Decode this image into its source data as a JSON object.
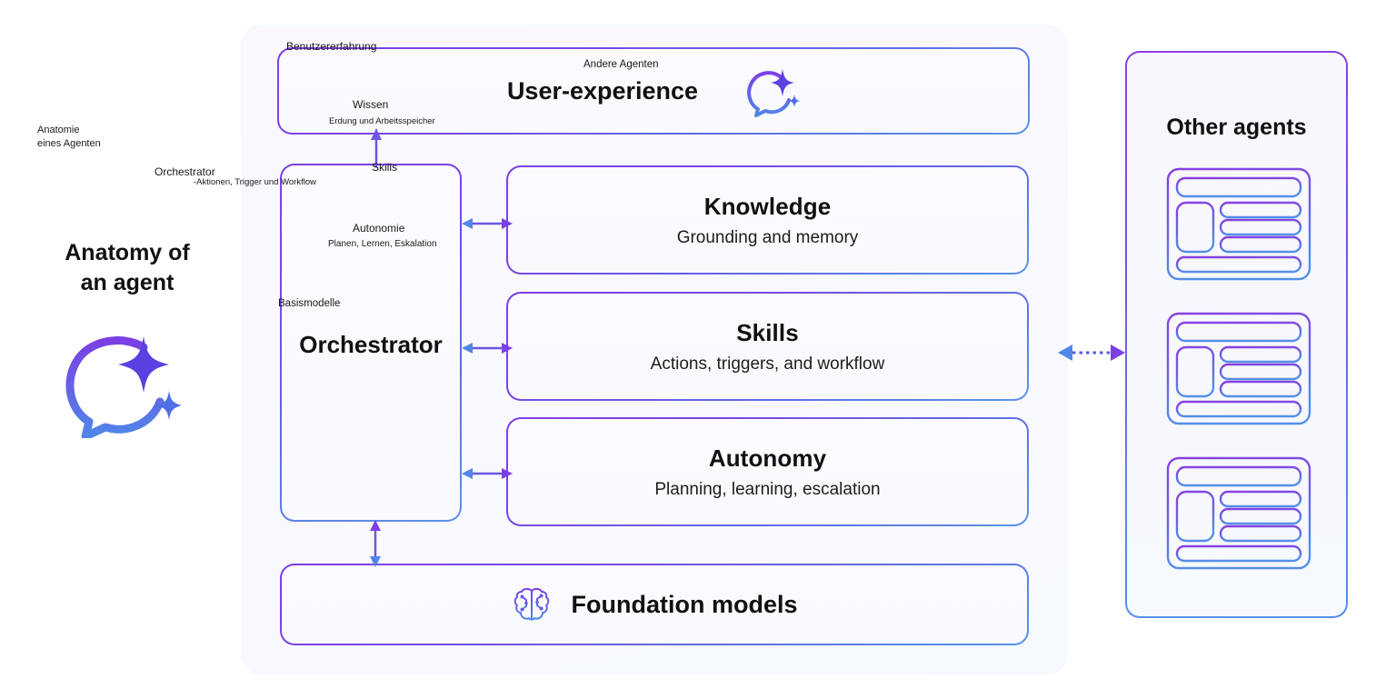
{
  "left": {
    "title_line1": "Anatomy of",
    "title_line2": "an agent",
    "icon": "chat-sparkle-icon"
  },
  "container": {
    "user_experience": {
      "title": "User-experience",
      "icon": "chat-sparkle-icon"
    },
    "orchestrator": {
      "title": "Orchestrator"
    },
    "capabilities": [
      {
        "title": "Knowledge",
        "subtitle": "Grounding and memory"
      },
      {
        "title": "Skills",
        "subtitle": "Actions, triggers, and workflow"
      },
      {
        "title": "Autonomy",
        "subtitle": "Planning, learning, escalation"
      }
    ],
    "foundation": {
      "title": "Foundation models",
      "icon": "brain-circuit-icon"
    }
  },
  "other_agents": {
    "title": "Other agents",
    "cards": [
      {
        "name": "agent-wireframe-card"
      },
      {
        "name": "agent-wireframe-card"
      },
      {
        "name": "agent-wireframe-card"
      }
    ]
  },
  "annotations": {
    "anatomy_line1": "Anatomie",
    "anatomy_line2": "eines Agenten",
    "orchestrator": "Orchestrator",
    "orchestrator_sub": "-Aktionen, Trigger und Workflow",
    "user_experience": "Benutzererfahrung",
    "knowledge": "Wissen",
    "knowledge_sub": "Erdung und Arbeitsspeicher",
    "skills": "Skills",
    "other_agents": "Andere Agenten",
    "autonomy": "Autonomie",
    "autonomy_sub": "Planen, Lernen, Eskalation",
    "foundation": "Basismodelle"
  },
  "colors": {
    "purple": "#7c3fe4",
    "blue": "#4f87e8",
    "text": "#111111",
    "panel_bg": "#f8f8fe",
    "page_bg": "#ffffff"
  }
}
